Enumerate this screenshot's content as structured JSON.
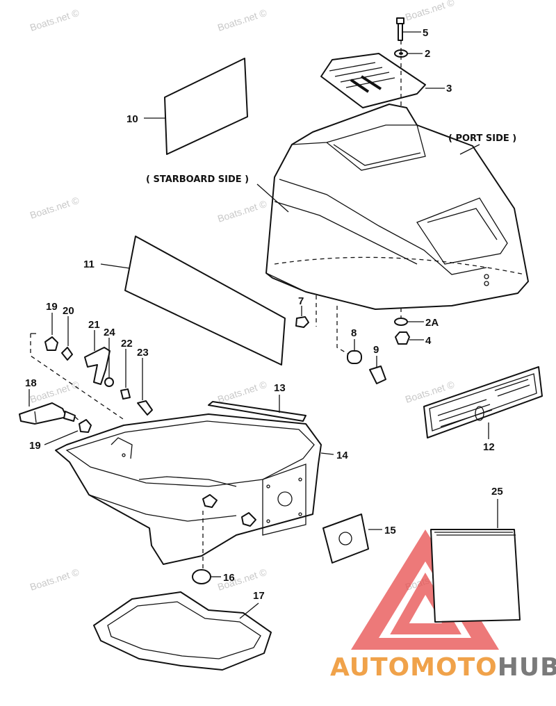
{
  "watermark_text": "Boats.net ©",
  "side_labels": {
    "port": "( PORT SIDE )",
    "starboard": "( STARBOARD SIDE )"
  },
  "callouts": {
    "n5": "5",
    "n2": "2",
    "n3": "3",
    "n10": "10",
    "n11": "11",
    "n7": "7",
    "n2A": "2A",
    "n4": "4",
    "n8": "8",
    "n9": "9",
    "n19a": "19",
    "n20": "20",
    "n21": "21",
    "n24": "24",
    "n22": "22",
    "n23": "23",
    "n18": "18",
    "n19b": "19",
    "n13": "13",
    "n14": "14",
    "n12": "12",
    "n15": "15",
    "n16": "16",
    "n17": "17",
    "n25": "25"
  },
  "brand": {
    "part1": "AUTO",
    "part2": "MOTO",
    "part3": "HUB"
  },
  "colors": {
    "brand_orange": "#f0a24a",
    "brand_gray": "#7a7a7a",
    "logo_red": "#e84d4d"
  }
}
